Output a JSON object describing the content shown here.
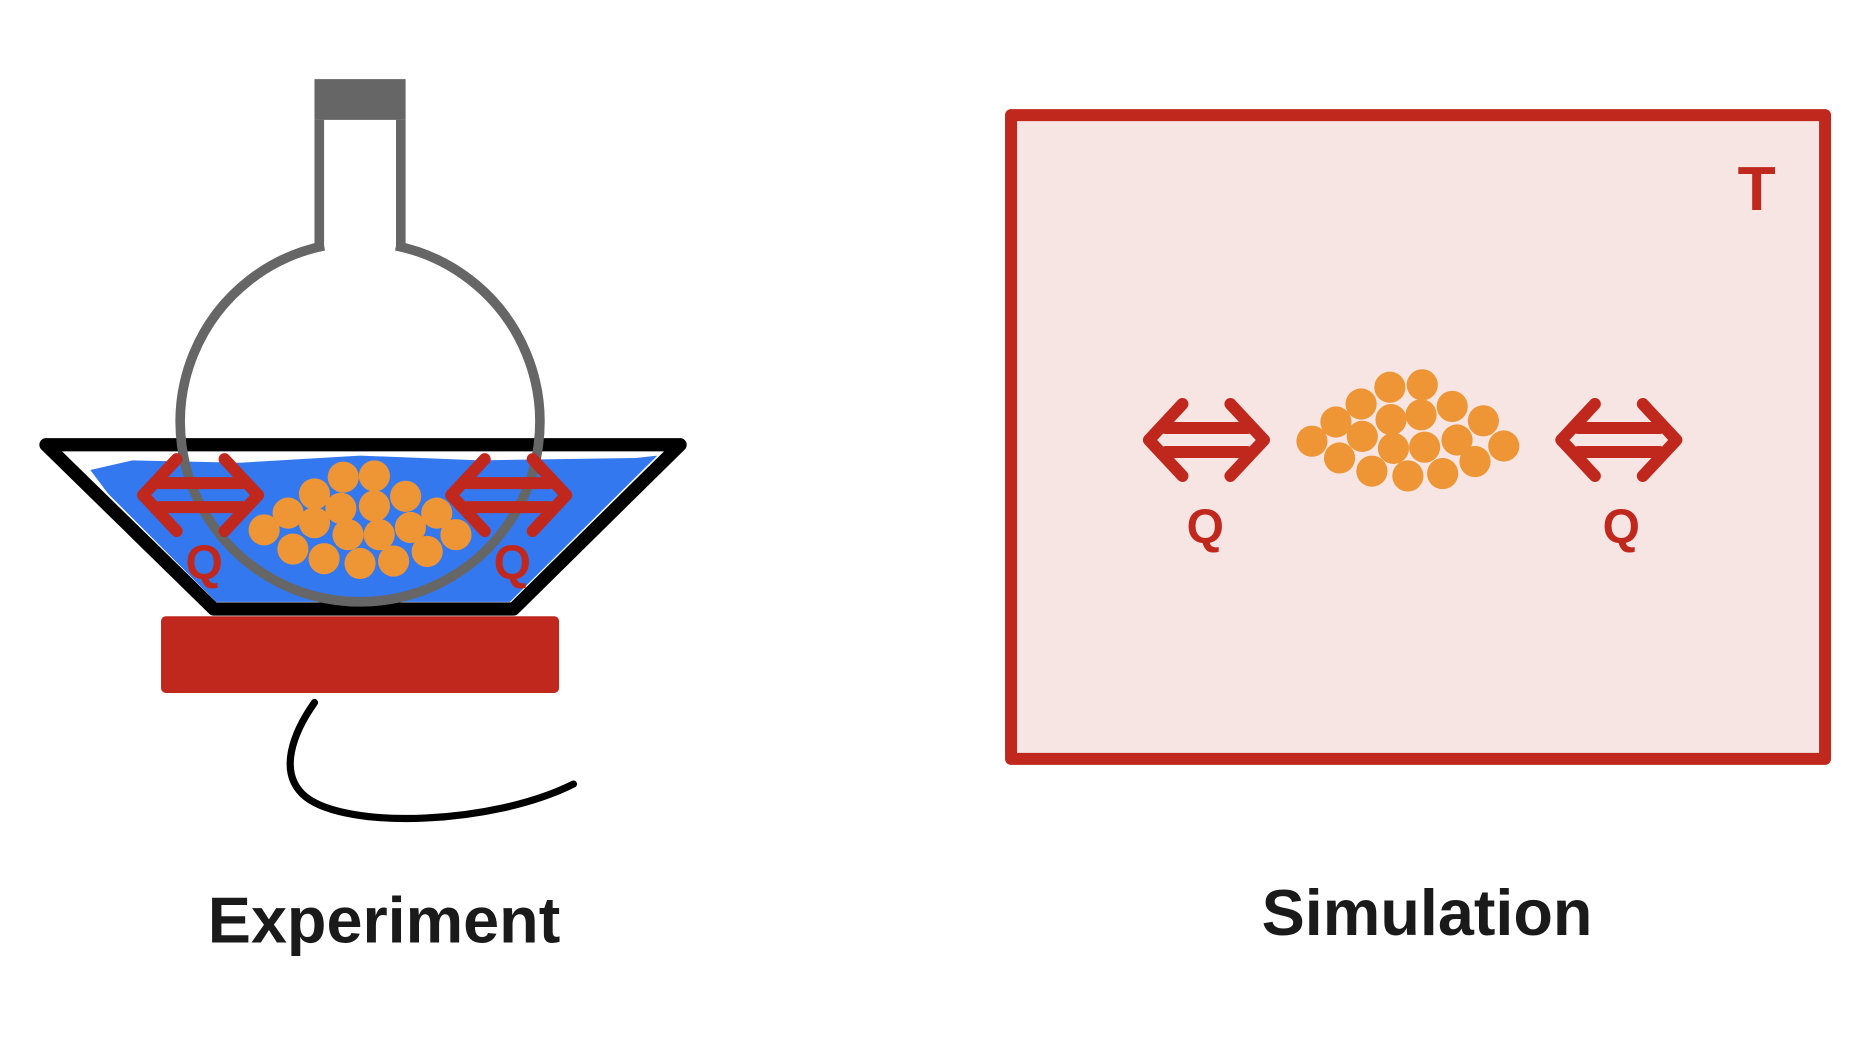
{
  "experiment": {
    "label": "Experiment",
    "heat_left": "Q",
    "heat_right": "Q"
  },
  "simulation": {
    "label": "Simulation",
    "temperature": "T",
    "heat_left": "Q",
    "heat_right": "Q"
  },
  "colors": {
    "red": "#C0281E",
    "orange": "#EE9535",
    "water": "#3478F0",
    "glass": "#666666",
    "box_fill": "#F6E5E2"
  }
}
